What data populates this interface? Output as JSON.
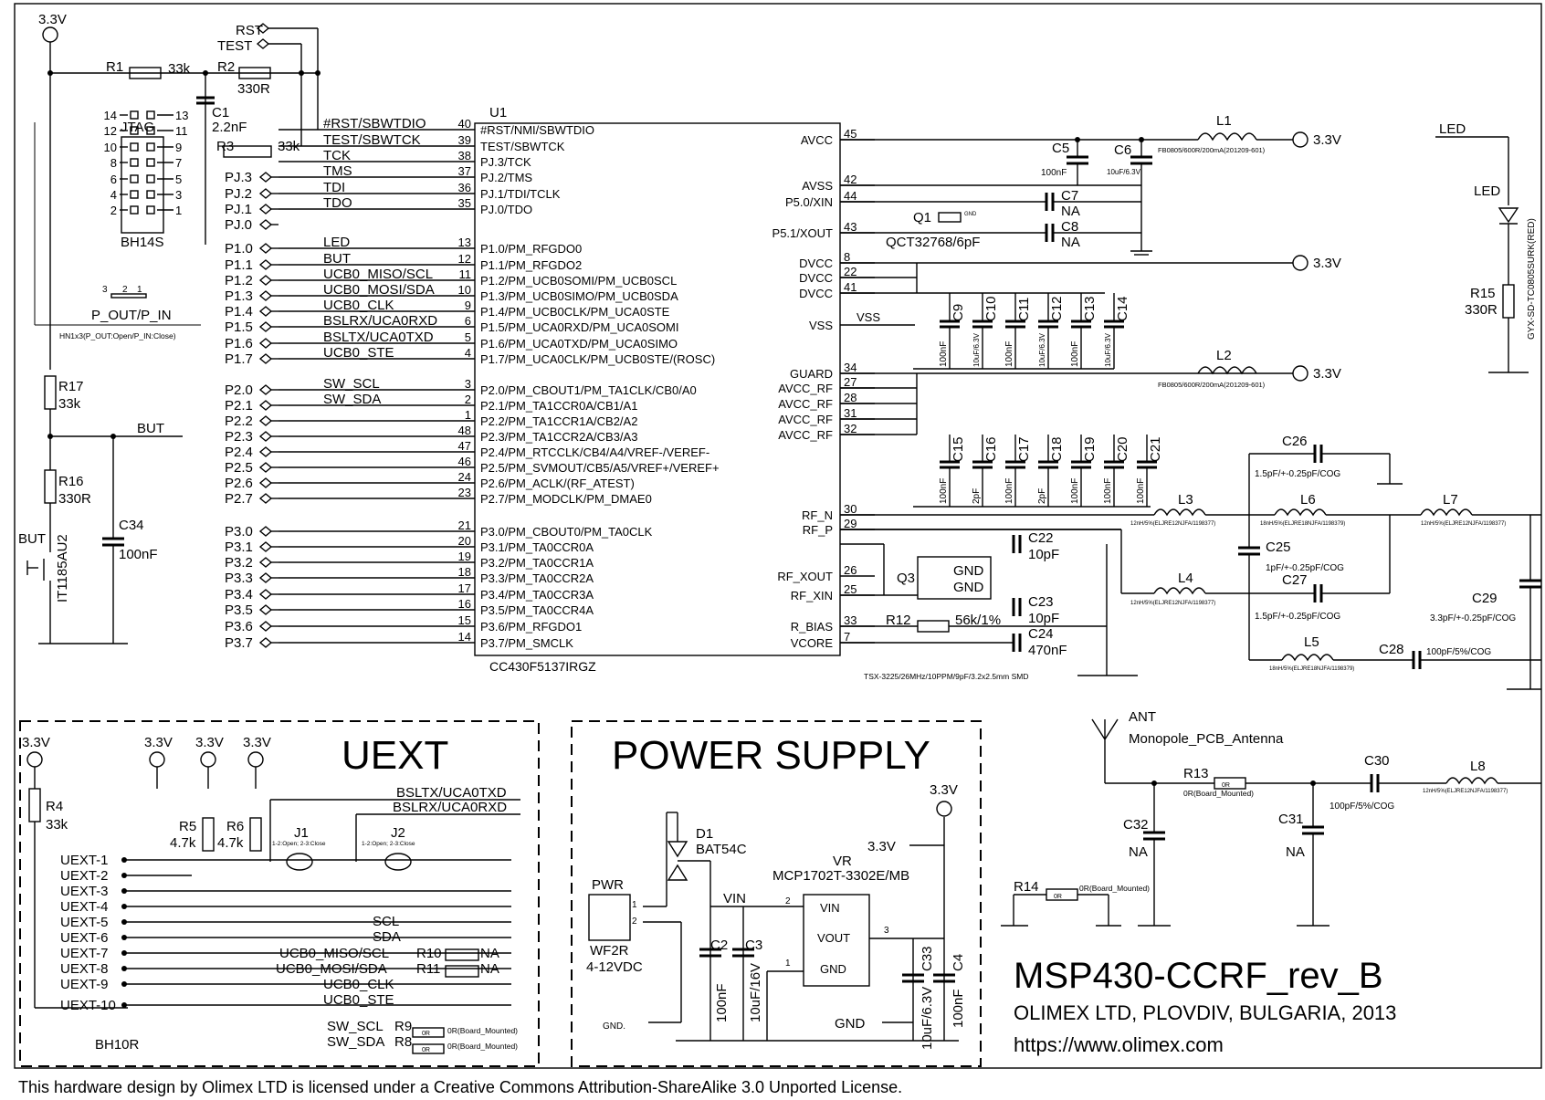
{
  "mcu": {
    "ref": "U1",
    "part": "CC430F5137IRGZ",
    "left_pins": [
      {
        "num": "40",
        "name": "#RST/NMI/SBWTDIO",
        "net": "#RST/SBWTDIO"
      },
      {
        "num": "39",
        "name": "TEST/SBWTCK",
        "net": "TEST/SBWTCK"
      },
      {
        "num": "38",
        "name": "PJ.3/TCK",
        "net": "TCK"
      },
      {
        "num": "37",
        "name": "PJ.2/TMS",
        "net": "TMS"
      },
      {
        "num": "36",
        "name": "PJ.1/TDI/TCLK",
        "net": "TDI"
      },
      {
        "num": "35",
        "name": "PJ.0/TDO",
        "net": "TDO"
      },
      {
        "num": "13",
        "name": "P1.0/PM_RFGDO0",
        "net": "LED"
      },
      {
        "num": "12",
        "name": "P1.1/PM_RFGDO2",
        "net": "BUT"
      },
      {
        "num": "11",
        "name": "P1.2/PM_UCB0SOMI/PM_UCB0SCL",
        "net": "UCB0_MISO/SCL"
      },
      {
        "num": "10",
        "name": "P1.3/PM_UCB0SIMO/PM_UCB0SDA",
        "net": "UCB0_MOSI/SDA"
      },
      {
        "num": "9",
        "name": "P1.4/PM_UCB0CLK/PM_UCA0STE",
        "net": "UCB0_CLK"
      },
      {
        "num": "6",
        "name": "P1.5/PM_UCA0RXD/PM_UCA0SOMI",
        "net": "BSLRX/UCA0RXD"
      },
      {
        "num": "5",
        "name": "P1.6/PM_UCA0TXD/PM_UCA0SIMO",
        "net": "BSLTX/UCA0TXD"
      },
      {
        "num": "4",
        "name": "P1.7/PM_UCA0CLK/PM_UCB0STE/(ROSC)",
        "net": "UCB0_STE"
      },
      {
        "num": "3",
        "name": "P2.0/PM_CBOUT1/PM_TA1CLK/CB0/A0",
        "net": "SW_SCL"
      },
      {
        "num": "2",
        "name": "P2.1/PM_TA1CCR0A/CB1/A1",
        "net": "SW_SDA"
      },
      {
        "num": "1",
        "name": "P2.2/PM_TA1CCR1A/CB2/A2",
        "net": ""
      },
      {
        "num": "48",
        "name": "P2.3/PM_TA1CCR2A/CB3/A3",
        "net": ""
      },
      {
        "num": "47",
        "name": "P2.4/PM_RTCCLK/CB4/A4/VREF-/VEREF-",
        "net": ""
      },
      {
        "num": "46",
        "name": "P2.5/PM_SVMOUT/CB5/A5/VREF+/VEREF+",
        "net": ""
      },
      {
        "num": "24",
        "name": "P2.6/PM_ACLK/(RF_ATEST)",
        "net": ""
      },
      {
        "num": "23",
        "name": "P2.7/PM_MODCLK/PM_DMAE0",
        "net": ""
      },
      {
        "num": "21",
        "name": "P3.0/PM_CBOUT0/PM_TA0CLK",
        "net": ""
      },
      {
        "num": "20",
        "name": "P3.1/PM_TA0CCR0A",
        "net": ""
      },
      {
        "num": "19",
        "name": "P3.2/PM_TA0CCR1A",
        "net": ""
      },
      {
        "num": "18",
        "name": "P3.3/PM_TA0CCR2A",
        "net": ""
      },
      {
        "num": "17",
        "name": "P3.4/PM_TA0CCR3A",
        "net": ""
      },
      {
        "num": "16",
        "name": "P3.5/PM_TA0CCR4A",
        "net": ""
      },
      {
        "num": "15",
        "name": "P3.6/PM_RFGDO1",
        "net": ""
      },
      {
        "num": "14",
        "name": "P3.7/PM_SMCLK",
        "net": ""
      }
    ],
    "right_pins": [
      {
        "num": "45",
        "name": "AVCC"
      },
      {
        "num": "42",
        "name": "AVSS"
      },
      {
        "num": "44",
        "name": "P5.0/XIN"
      },
      {
        "num": "43",
        "name": "P5.1/XOUT"
      },
      {
        "num": "8",
        "name": "DVCC"
      },
      {
        "num": "22",
        "name": "DVCC"
      },
      {
        "num": "41",
        "name": "DVCC"
      },
      {
        "num": "",
        "name": "VSS"
      },
      {
        "num": "34",
        "name": "GUARD"
      },
      {
        "num": "27",
        "name": "AVCC_RF"
      },
      {
        "num": "28",
        "name": "AVCC_RF"
      },
      {
        "num": "31",
        "name": "AVCC_RF"
      },
      {
        "num": "32",
        "name": "AVCC_RF"
      },
      {
        "num": "30",
        "name": "RF_N"
      },
      {
        "num": "29",
        "name": "RF_P"
      },
      {
        "num": "26",
        "name": "RF_XOUT"
      },
      {
        "num": "25",
        "name": "RF_XIN"
      },
      {
        "num": "33",
        "name": "R_BIAS"
      },
      {
        "num": "7",
        "name": "VCORE"
      }
    ],
    "vss_label": "VSS"
  },
  "port_labels": {
    "pj": [
      "PJ.3",
      "PJ.2",
      "PJ.1",
      "PJ.0"
    ],
    "p1": [
      "P1.0",
      "P1.1",
      "P1.2",
      "P1.3",
      "P1.4",
      "P1.5",
      "P1.6",
      "P1.7"
    ],
    "p2": [
      "P2.0",
      "P2.1",
      "P2.2",
      "P2.3",
      "P2.4",
      "P2.5",
      "P2.6",
      "P2.7"
    ],
    "p3": [
      "P3.0",
      "P3.1",
      "P3.2",
      "P3.3",
      "P3.4",
      "P3.5",
      "P3.6",
      "P3.7"
    ]
  },
  "jtag": {
    "title": "JTAG",
    "part": "BH14S",
    "left_nums": [
      "14",
      "12",
      "10",
      "8",
      "6",
      "4",
      "2"
    ],
    "right_nums": [
      "13",
      "11",
      "9",
      "7",
      "5",
      "3",
      "1"
    ],
    "rst": "RST",
    "test": "TEST",
    "power": "3.3V",
    "r1": {
      "ref": "R1",
      "value": "33k"
    },
    "r2": {
      "ref": "R2",
      "value": "330R"
    },
    "r3": {
      "ref": "R3",
      "value": "33k"
    },
    "c1": {
      "ref": "C1",
      "value": "2.2nF"
    },
    "hn": {
      "pins": [
        "3",
        "2",
        "1"
      ],
      "label": "P_OUT/P_IN",
      "note": "HN1x3(P_OUT:Open/P_IN:Close)"
    }
  },
  "button": {
    "r17": {
      "ref": "R17",
      "value": "33k"
    },
    "r16": {
      "ref": "R16",
      "value": "330R"
    },
    "net": "BUT",
    "label": "BUT",
    "part": "IT1185AU2",
    "c34": {
      "ref": "C34",
      "value": "100nF"
    }
  },
  "xtal32": {
    "c5": {
      "ref": "C5",
      "value": "100nF"
    },
    "c6": {
      "ref": "C6",
      "value": "10uF/6.3V"
    },
    "c7": {
      "ref": "C7",
      "value": "NA"
    },
    "c8": {
      "ref": "C8",
      "value": "NA"
    },
    "q1": {
      "ref": "Q1",
      "value": "QCT32768/6pF",
      "gnd": "GND"
    },
    "l1": {
      "ref": "L1",
      "value": "FB0805/600R/200mA(201209-601)"
    },
    "vout": "3.3V"
  },
  "dvcc_caps": [
    {
      "ref": "C9",
      "value": "100nF"
    },
    {
      "ref": "C10",
      "value": "10uF/6.3V"
    },
    {
      "ref": "C11",
      "value": "100nF"
    },
    {
      "ref": "C12",
      "value": "10uF/6.3V"
    },
    {
      "ref": "C13",
      "value": "100nF"
    },
    {
      "ref": "C14",
      "value": "10uF/6.3V"
    }
  ],
  "dvcc_rail": "3.3V",
  "rf_caps": [
    {
      "ref": "C15",
      "value": "100nF"
    },
    {
      "ref": "C16",
      "value": "2pF"
    },
    {
      "ref": "C17",
      "value": "100nF"
    },
    {
      "ref": "C18",
      "value": "2pF"
    },
    {
      "ref": "C19",
      "value": "100nF"
    },
    {
      "ref": "C20",
      "value": "100nF"
    },
    {
      "ref": "C21",
      "value": "100nF"
    }
  ],
  "rf_rail": {
    "l2": {
      "ref": "L2",
      "value": "FB0805/600R/200mA(201209-601)"
    },
    "vout": "3.3V"
  },
  "rf_xtal": {
    "q3": "Q3",
    "gnd1": "GND",
    "gnd2": "GND",
    "c22": {
      "ref": "C22",
      "value": "10pF"
    },
    "c23": {
      "ref": "C23",
      "value": "10pF"
    },
    "c24": {
      "ref": "C24",
      "value": "470nF"
    },
    "r12": {
      "ref": "R12",
      "value": "56k/1%"
    },
    "note": "TSX-3225/26MHz/10PPM/9pF/3.2x2.5mm SMD"
  },
  "balun": {
    "l3": {
      "ref": "L3",
      "value": "12nH/5%(ELJRE12NJFA/1198377)"
    },
    "l4": {
      "ref": "L4",
      "value": "12nH/5%(ELJRE12NJFA/1198377)"
    },
    "l5": {
      "ref": "L5",
      "value": "18nH/5%(ELJRE18NJFA/1198379)"
    },
    "l6": {
      "ref": "L6",
      "value": "18nH/5%(ELJRE18NJFA/1198379)"
    },
    "l7": {
      "ref": "L7",
      "value": "12nH/5%(ELJRE12NJFA/1198377)"
    },
    "c25": {
      "ref": "C25",
      "value": "1pF/+-0.25pF/COG"
    },
    "c26": {
      "ref": "C26",
      "value": "1.5pF/+-0.25pF/COG"
    },
    "c27": {
      "ref": "C27",
      "value": "1.5pF/+-0.25pF/COG"
    },
    "c28": {
      "ref": "C28",
      "value": "100pF/5%/COG"
    },
    "c29": {
      "ref": "C29",
      "value": "3.3pF/+-0.25pF/COG"
    }
  },
  "led": {
    "net": "LED",
    "ref": "LED",
    "part": "GYX-SD-TC0805SURK(RED)",
    "r15": {
      "ref": "R15",
      "value": "330R"
    }
  },
  "uext": {
    "title": "UEXT",
    "power": "3.3V",
    "r4": {
      "ref": "R4",
      "value": "33k"
    },
    "r5": {
      "ref": "R5",
      "value": "4.7k"
    },
    "r6": {
      "ref": "R6",
      "value": "4.7k"
    },
    "j1": {
      "ref": "J1",
      "note": "1-2:Open; 2-3:Close"
    },
    "j2": {
      "ref": "J2",
      "note": "1-2:Open; 2-3:Close"
    },
    "pins": [
      "UEXT-1",
      "UEXT-2",
      "UEXT-3",
      "UEXT-4",
      "UEXT-5",
      "UEXT-6",
      "UEXT-7",
      "UEXT-8",
      "UEXT-9",
      "UEXT-10"
    ],
    "nets": {
      "tx": "BSLTX/UCA0TXD",
      "rx": "BSLRX/UCA0RXD",
      "scl": "SCL",
      "sda": "SDA",
      "miso": "UCB0_MISO/SCL",
      "mosi": "UCB0_MOSI/SDA",
      "clk": "UCB0_CLK",
      "ste": "UCB0_STE",
      "sw_scl": "SW_SCL",
      "sw_sda": "SW_SDA"
    },
    "r10": {
      "ref": "R10",
      "value": "NA"
    },
    "r11": {
      "ref": "R11",
      "value": "NA"
    },
    "r9": {
      "ref": "R9",
      "value": "0R",
      "note": "0R(Board_Mounted)"
    },
    "r8": {
      "ref": "R8",
      "value": "0R",
      "note": "0R(Board_Mounted)"
    },
    "part": "BH10R"
  },
  "power_supply": {
    "title": "POWER SUPPLY",
    "pwr": {
      "ref": "PWR",
      "part": "WF2R",
      "range": "4-12VDC"
    },
    "d1": {
      "ref": "D1",
      "value": "BAT54C"
    },
    "vin": "VIN",
    "vr": {
      "ref": "VR",
      "part": "MCP1702T-3302E/MB",
      "pin_vin": "VIN",
      "pin_vout": "VOUT",
      "pin_gnd": "GND"
    },
    "c2": {
      "ref": "C2",
      "value": "100nF"
    },
    "c3": {
      "ref": "C3",
      "value": "10uF/16V"
    },
    "c33": {
      "ref": "C33",
      "value": "10uF/6.3V"
    },
    "c4": {
      "ref": "C4",
      "value": "100nF"
    },
    "v33": "3.3V",
    "gnd": "GND",
    "gnd_dot": "GND."
  },
  "antenna": {
    "ref": "ANT",
    "part": "Monopole_PCB_Antenna",
    "r13": {
      "ref": "R13",
      "value": "0R",
      "note": "0R(Board_Mounted)"
    },
    "r14": {
      "ref": "R14",
      "value": "0R",
      "note": "0R(Board_Mounted)"
    },
    "c30": {
      "ref": "C30",
      "value": "100pF/5%/COG"
    },
    "c31": {
      "ref": "C31",
      "value": "NA"
    },
    "c32": {
      "ref": "C32",
      "value": "NA"
    },
    "l8": {
      "ref": "L8",
      "value": "12nH/5%(ELJRE12NJFA/1198377)"
    }
  },
  "title_block": {
    "title": "MSP430-CCRF_rev_B",
    "company": "OLIMEX LTD, PLOVDIV, BULGARIA, 2013",
    "url": "https://www.olimex.com",
    "license": "This hardware design by Olimex LTD is licensed under a Creative Commons Attribution-ShareAlike 3.0 Unported License."
  }
}
